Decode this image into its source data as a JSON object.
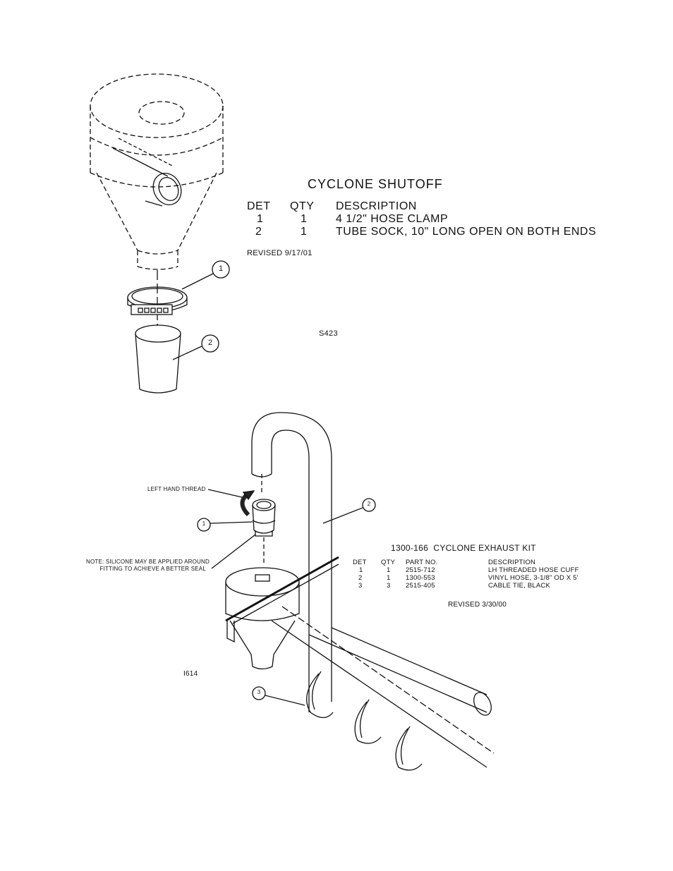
{
  "shutoff": {
    "title": "CYCLONE SHUTOFF",
    "headers": {
      "det": "DET",
      "qty": "QTY",
      "desc": "DESCRIPTION"
    },
    "rows": [
      {
        "det": "1",
        "qty": "1",
        "desc": "4 1/2\" HOSE CLAMP"
      },
      {
        "det": "2",
        "qty": "1",
        "desc": "TUBE SOCK, 10\" LONG OPEN ON BOTH ENDS"
      }
    ],
    "revised": "REVISED 9/17/01",
    "drawing_code": "S423",
    "callouts": [
      "1",
      "2"
    ]
  },
  "exhaust": {
    "title": "1300-166  CYCLONE EXHAUST KIT",
    "headers": {
      "det": "DET",
      "qty": "QTY",
      "part": "PART NO.",
      "desc": "DESCRIPTION"
    },
    "rows": [
      {
        "det": "1",
        "qty": "1",
        "part": "2515-712",
        "desc": "LH THREADED HOSE CUFF"
      },
      {
        "det": "2",
        "qty": "1",
        "part": "1300-553",
        "desc": "VINYL HOSE, 3-1/8\" OD X 5'"
      },
      {
        "det": "3",
        "qty": "3",
        "part": "2515-405",
        "desc": "CABLE TIE, BLACK"
      }
    ],
    "revised": "REVISED 3/30/00",
    "drawing_code": "I614",
    "left_hand_thread": "LEFT HAND THREAD",
    "note": "NOTE: SILICONE MAY BE APPLIED AROUND\n        FITTING TO ACHIEVE A BETTER SEAL",
    "callouts": [
      "1",
      "2",
      "3"
    ]
  }
}
